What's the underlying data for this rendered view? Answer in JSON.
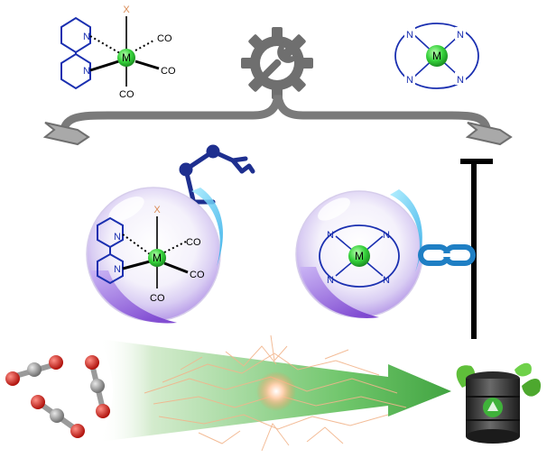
{
  "top_complex": {
    "metal": "M",
    "axial_ligand": "X",
    "co_upper": "CO",
    "co_right": "CO",
    "co_lower": "CO",
    "bipyridine_n_top": "N",
    "bipyridine_n_bottom": "N"
  },
  "top_macrocycle": {
    "metal": "M",
    "n_top_left": "N",
    "n_top_right": "N",
    "n_bottom_left": "N",
    "n_bottom_right": "N"
  },
  "bubble_complex": {
    "metal": "M",
    "axial_ligand": "X",
    "co_upper": "CO",
    "co_right": "CO",
    "co_lower": "CO",
    "bipyridine_n_top": "N",
    "bipyridine_n_bottom": "N"
  },
  "bubble_macrocycle": {
    "metal": "M",
    "n_top_left": "N",
    "n_top_right": "N",
    "n_bottom_left": "N",
    "n_bottom_right": "N"
  },
  "colors": {
    "metal_green": "#33cc33",
    "ligand_blue": "#1a2fb0",
    "axial_orange": "#d98a55",
    "bracket_gray": "#7a7a7a",
    "gear_gray": "#6f6f6f",
    "co2_red": "#d8261f",
    "co2_carbon": "#9a9a9a",
    "arrow_green": "#2e9b2e",
    "bubble_purple": "#8a4fd6",
    "bubble_cyan": "#38bdf0",
    "link_blue": "#1f7fc4"
  },
  "icons": [
    "gear-wrench-icon",
    "robot-arm-icon",
    "chain-link-icon",
    "fuel-barrel-icon",
    "inhibition-bar-icon"
  ]
}
